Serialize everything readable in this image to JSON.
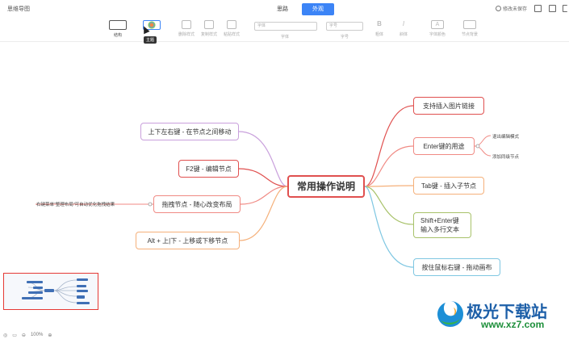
{
  "header": {
    "doc_title": "思维导图",
    "tabs": [
      {
        "label": "思路",
        "active": false
      },
      {
        "label": "外观",
        "active": true
      }
    ],
    "save_status": "修改未保存"
  },
  "toolbar": {
    "items": [
      {
        "label": "结构",
        "enabled": true,
        "icon": "structure-icon"
      },
      {
        "label": "主题",
        "enabled": true,
        "icon": "theme-icon"
      },
      {
        "label": "删除样式",
        "enabled": false,
        "icon": "clear-style-icon"
      },
      {
        "label": "复制样式",
        "enabled": false,
        "icon": "copy-style-icon"
      },
      {
        "label": "粘贴样式",
        "enabled": false,
        "icon": "paste-style-icon"
      },
      {
        "label": "粗体",
        "enabled": false,
        "icon": "bold-icon"
      },
      {
        "label": "斜体",
        "enabled": false,
        "icon": "italic-icon"
      },
      {
        "label": "字体颜色",
        "enabled": false,
        "icon": "font-color-icon"
      },
      {
        "label": "节点背景",
        "enabled": false,
        "icon": "node-background-icon"
      }
    ],
    "font_family": {
      "value": "字体",
      "label": "字体"
    },
    "font_size": {
      "value": "字号",
      "label": "字号"
    },
    "tooltip": "主题",
    "accent": "#3c84f6"
  },
  "mindmap": {
    "root": {
      "label": "常用操作说明",
      "color": "#e0504f"
    },
    "left": [
      {
        "label": "上下左右键 - 在节点之间移动",
        "color": "#c9a0dc"
      },
      {
        "label": "F2键 - 编辑节点",
        "color": "#e0504f"
      },
      {
        "label": "拖拽节点 - 随心改变布局",
        "color": "#f08a84",
        "child": "右键菜单“整理布局”可自动优化拖拽结果"
      },
      {
        "label": "Alt + 上|下  -  上移或下移节点",
        "color": "#f5b07a"
      }
    ],
    "right": [
      {
        "label": "支持插入图片链接",
        "color": "#e0504f"
      },
      {
        "label": "Enter键的用途",
        "color": "#f08a84",
        "children": [
          "退出编辑模式",
          "添加同级节点"
        ]
      },
      {
        "label": "Tab键 - 插入子节点",
        "color": "#f5b07a"
      },
      {
        "label": "Shift+Enter键\n输入多行文本",
        "line1": "Shift+Enter键",
        "line2": "输入多行文本",
        "color": "#a8c26a"
      },
      {
        "label": "按住鼠标右键 - 拖动画布",
        "color": "#7fc7e2"
      }
    ]
  },
  "watermark": {
    "name": "极光下载站",
    "url": "www.xz7.com",
    "name_color": "#1d5fa8",
    "url_color": "#1d8f3a"
  },
  "zoom_bar": {
    "zoom": "100%"
  }
}
